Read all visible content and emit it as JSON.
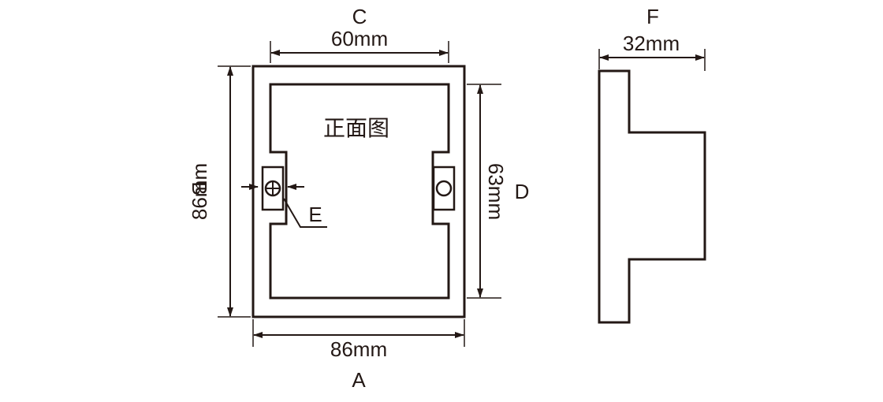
{
  "front_view": {
    "title": "正面图",
    "width": {
      "letter": "A",
      "value": "86mm"
    },
    "height": {
      "letter": "B",
      "value": "86mm"
    },
    "inner_width": {
      "letter": "C",
      "value": "60mm"
    },
    "inner_height": {
      "letter": "D",
      "value": "63mm"
    },
    "screw_callout": {
      "letter": "E"
    }
  },
  "side_view": {
    "depth": {
      "letter": "F",
      "value": "32mm"
    }
  },
  "colors": {
    "line": "#231815",
    "background": "#ffffff"
  }
}
